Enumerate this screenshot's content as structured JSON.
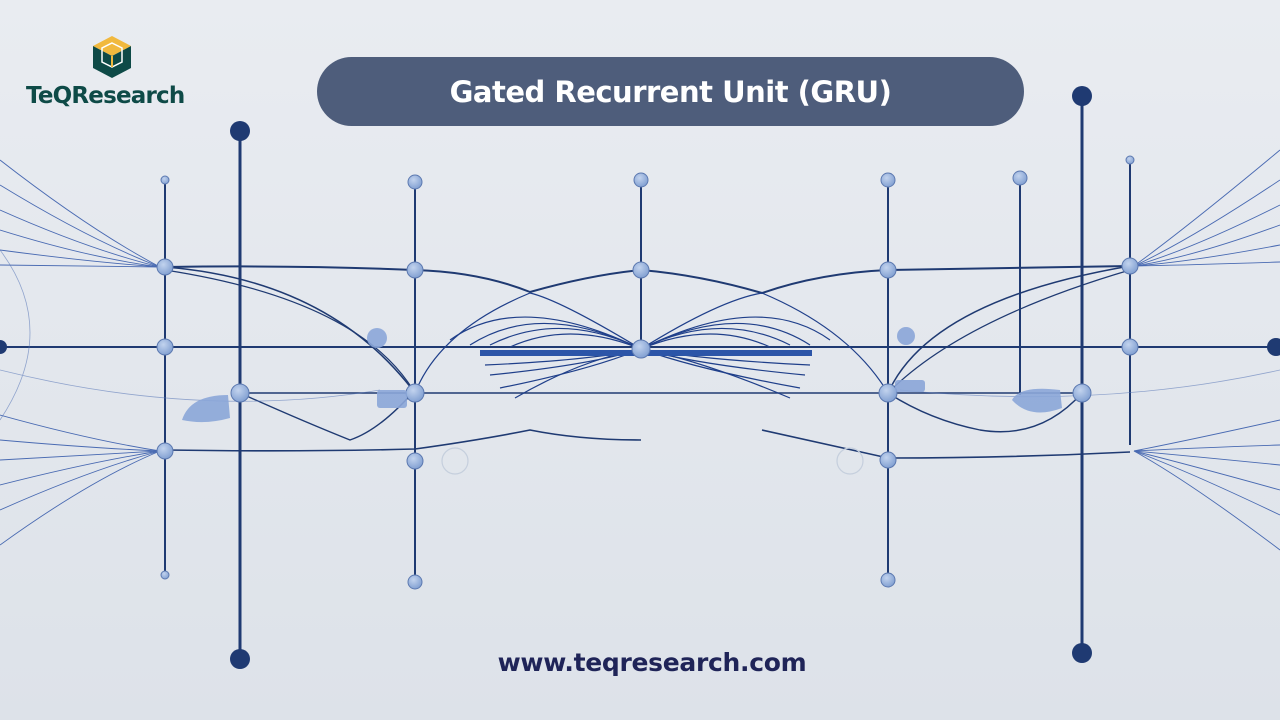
{
  "logo": {
    "brand_name": "TeQResearch",
    "icon": "hexagon-cube-icon",
    "colors": {
      "top": "#f1b93e",
      "sides": "#0e4a47",
      "text": "#0e4a47"
    }
  },
  "title": {
    "text": "Gated Recurrent Unit (GRU)",
    "background": "#4e5d7b",
    "color": "#ffffff"
  },
  "footer": {
    "url": "www.teqresearch.com",
    "color": "#1f2458"
  },
  "illustration": {
    "description": "abstract neural network wire-node diagram",
    "line_color": "#1f3f7a",
    "node_color": "#8ea8d6",
    "background": "#e5e9ef"
  }
}
